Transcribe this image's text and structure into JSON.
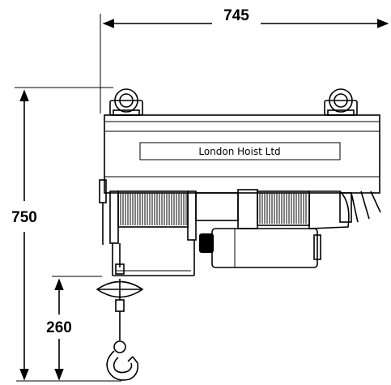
{
  "diagram": {
    "dimensions": {
      "width_label": "745",
      "height_label": "750",
      "hook_label": "260"
    },
    "nameplate": {
      "text": "London Hoist Ltd"
    },
    "colors": {
      "ink": "#000000",
      "background": "#ffffff"
    }
  }
}
